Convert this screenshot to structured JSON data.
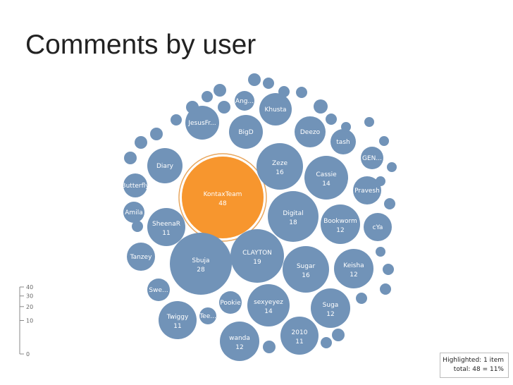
{
  "page": {
    "title": "Comments by user"
  },
  "chart_data": {
    "type": "bubble",
    "title": "Comments by user",
    "highlight_color": "#f7962e",
    "bubble_color": "#7193b8",
    "bubbles": [
      {
        "name": "KontaxTeam",
        "value": 48,
        "highlighted": true
      },
      {
        "name": "Sbuja",
        "value": 28
      },
      {
        "name": "CLAYTON",
        "value": 19
      },
      {
        "name": "Digital",
        "value": 18
      },
      {
        "name": "Zeze",
        "value": 16
      },
      {
        "name": "Sugar",
        "value": 16
      },
      {
        "name": "sexyeyez",
        "value": 14
      },
      {
        "name": "Cassie",
        "value": 14
      },
      {
        "name": "Bookworm",
        "value": 12
      },
      {
        "name": "Keisha",
        "value": 12
      },
      {
        "name": "Suga",
        "value": 12
      },
      {
        "name": "wanda",
        "value": 12
      },
      {
        "name": "SheenaR",
        "value": 11
      },
      {
        "name": "Twiggy",
        "value": 11
      },
      {
        "name": "2010",
        "value": 11
      },
      {
        "name": "Diary",
        "value": null
      },
      {
        "name": "BigD",
        "value": null
      },
      {
        "name": "Khusta",
        "value": null
      },
      {
        "name": "Deezo",
        "value": null
      },
      {
        "name": "tash",
        "value": null
      },
      {
        "name": "GEN...",
        "value": null
      },
      {
        "name": "Pravesh",
        "value": null
      },
      {
        "name": "cYa",
        "value": null
      },
      {
        "name": "Tanzey",
        "value": null
      },
      {
        "name": "Butterfly",
        "value": null
      },
      {
        "name": "Amila",
        "value": null
      },
      {
        "name": "Swe...",
        "value": null
      },
      {
        "name": "Pookie",
        "value": null
      },
      {
        "name": "Tee...",
        "value": null
      },
      {
        "name": "JesusFr...",
        "value": null
      },
      {
        "name": "Ang...",
        "value": null
      },
      {
        "name": "",
        "value": null
      },
      {
        "name": "",
        "value": null
      },
      {
        "name": "",
        "value": null
      },
      {
        "name": "",
        "value": null
      },
      {
        "name": "",
        "value": null
      },
      {
        "name": "",
        "value": null
      },
      {
        "name": "",
        "value": null
      },
      {
        "name": "",
        "value": null
      },
      {
        "name": "",
        "value": null
      },
      {
        "name": "",
        "value": null
      },
      {
        "name": "",
        "value": null
      },
      {
        "name": "",
        "value": null
      },
      {
        "name": "",
        "value": null
      },
      {
        "name": "",
        "value": null
      },
      {
        "name": "",
        "value": null
      },
      {
        "name": "",
        "value": null
      },
      {
        "name": "",
        "value": null
      },
      {
        "name": "",
        "value": null
      },
      {
        "name": "",
        "value": null
      },
      {
        "name": "",
        "value": null
      },
      {
        "name": "",
        "value": null
      },
      {
        "name": "",
        "value": null
      },
      {
        "name": "",
        "value": null
      },
      {
        "name": "",
        "value": null
      },
      {
        "name": "",
        "value": null
      },
      {
        "name": "",
        "value": null
      },
      {
        "name": "",
        "value": null
      },
      {
        "name": "",
        "value": null
      }
    ],
    "size_scale": {
      "ticks": [
        0,
        10,
        20,
        30,
        40
      ]
    },
    "highlight_summary": {
      "line1": "Highlighted: 1 item",
      "line2": "total: 48 = 11%"
    }
  }
}
